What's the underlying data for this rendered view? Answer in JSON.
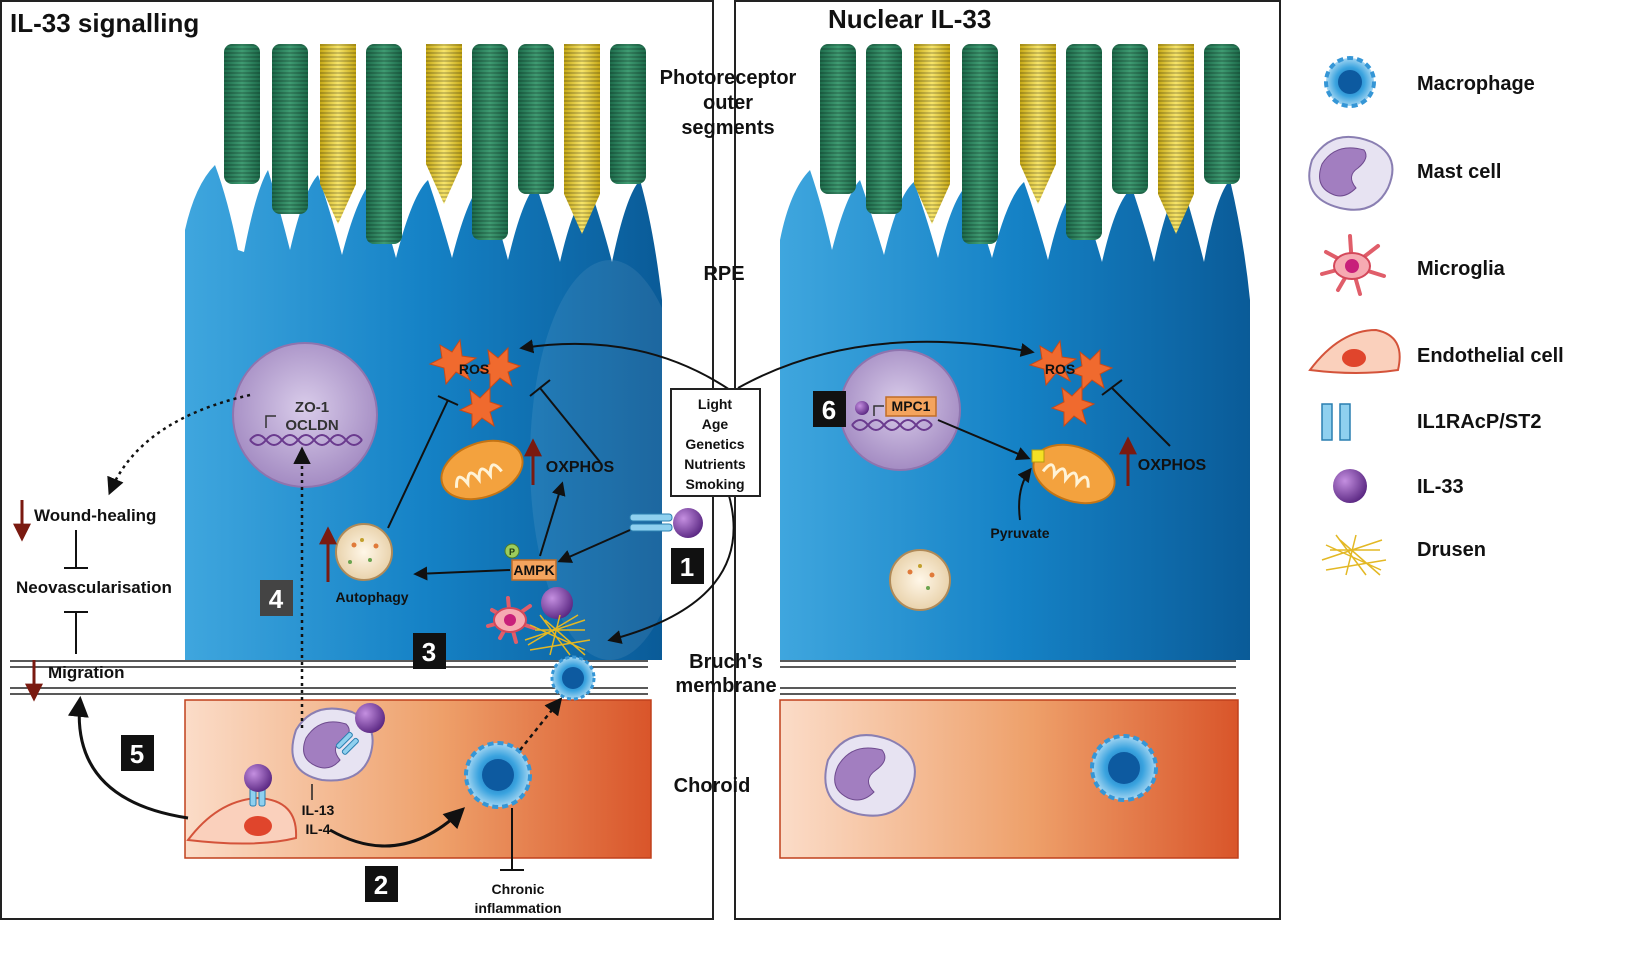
{
  "panels": {
    "left_title": "IL-33 signalling",
    "right_title": "Nuclear IL-33"
  },
  "layers": {
    "photoreceptor": [
      "Photoreceptor",
      "outer",
      "segments"
    ],
    "rpe": "RPE",
    "bruchs": [
      "Bruch's",
      "membrane"
    ],
    "choroid": "Choroid"
  },
  "left": {
    "ros": "ROS",
    "oxphos": "OXPHOS",
    "ampk": "AMPK",
    "phospho": "P",
    "autophagy": "Autophagy",
    "zo1": "ZO-1",
    "ocldn": "OCLDN",
    "il13": "IL-13",
    "il4": "IL-4",
    "chronic": [
      "Chronic",
      "inflammation"
    ],
    "wound": "Wound-healing",
    "neovasc": "Neovascularisation",
    "migration": "Migration"
  },
  "factors": [
    "Light",
    "Age",
    "Genetics",
    "Nutrients",
    "Smoking"
  ],
  "right": {
    "ros": "ROS",
    "oxphos": "OXPHOS",
    "mpc1": "MPC1",
    "pyruvate": "Pyruvate"
  },
  "badges": [
    "1",
    "2",
    "3",
    "4",
    "5",
    "6"
  ],
  "legend": [
    {
      "label": "Macrophage",
      "icon": "macrophage-icon"
    },
    {
      "label": "Mast cell",
      "icon": "mast-cell-icon"
    },
    {
      "label": "Microglia",
      "icon": "microglia-icon"
    },
    {
      "label": "Endothelial cell",
      "icon": "endothelial-cell-icon"
    },
    {
      "label": "IL1RAcP/ST2",
      "icon": "receptor-icon"
    },
    {
      "label": "IL-33",
      "icon": "il33-icon"
    },
    {
      "label": "Drusen",
      "icon": "drusen-icon"
    }
  ],
  "colors": {
    "rpe": "#1a86c8",
    "rpe_dark": "#0d5f9e",
    "choroid_light": "#f8cfb5",
    "choroid_dark": "#d9572a",
    "rod": "#2f8a64",
    "cone": "#e8d23c",
    "nucleus": "#b9a3cf",
    "il33": "#7b3f9e",
    "arrow_red": "#7a1a10",
    "ros": "#f06a2e",
    "mito": "#f3a23e",
    "ampk": "#f4a45e"
  }
}
